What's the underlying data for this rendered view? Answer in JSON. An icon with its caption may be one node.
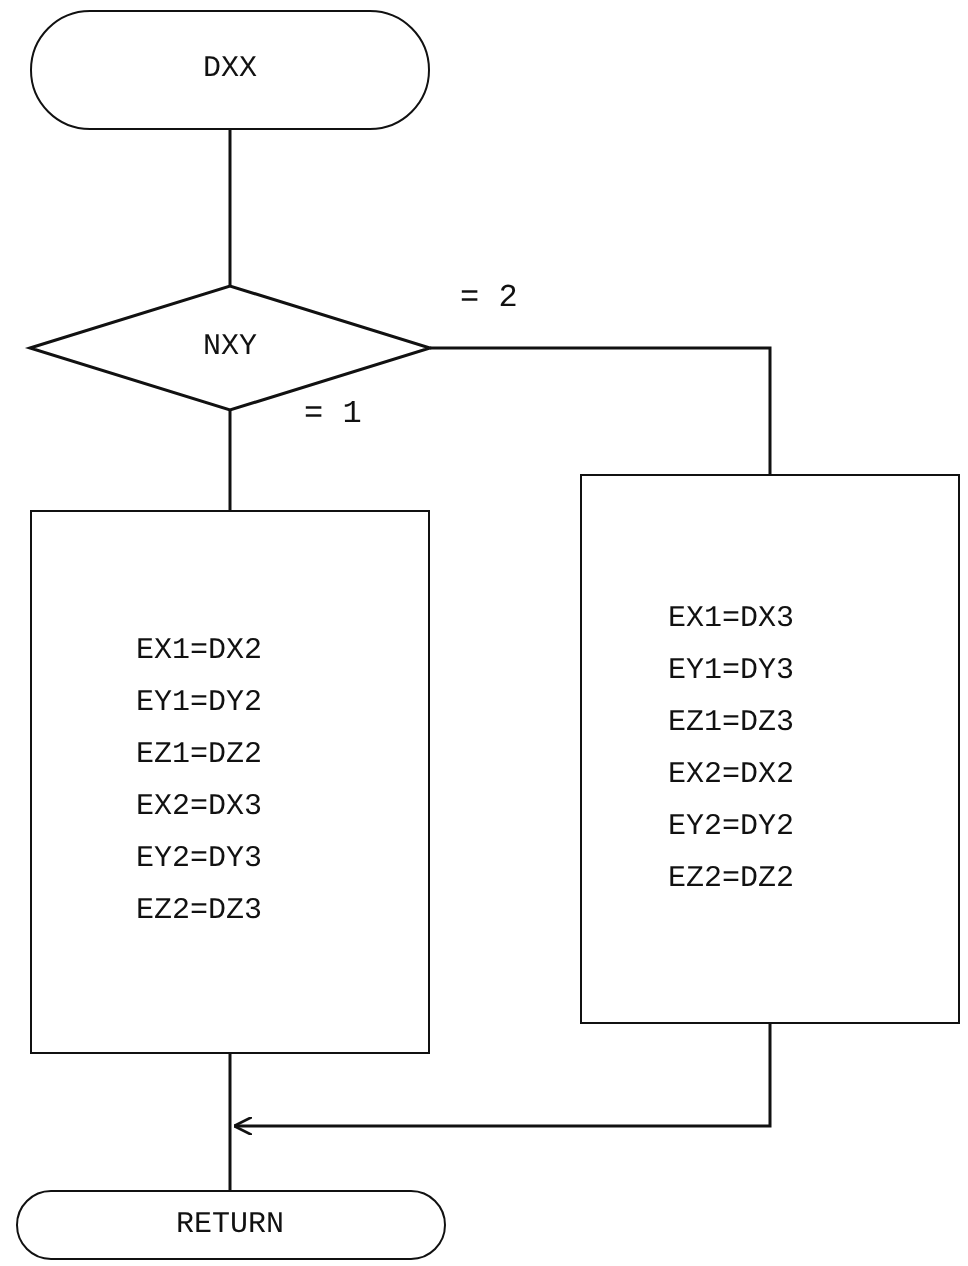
{
  "diagram": {
    "nodes": [
      {
        "text": [
          "DXX"
        ]
      },
      {
        "text": [
          "NXY"
        ]
      },
      {
        "text": [
          "EX1=DX2",
          "EY1=DY2",
          "EZ1=DZ2",
          "EX2=DX3",
          "EY2=DY3",
          "EZ2=DZ3"
        ]
      },
      {
        "text": [
          "EX1=DX3",
          "EY1=DY3",
          "EZ1=DZ3",
          "EX2=DX2",
          "EY2=DY2",
          "EZ2=DZ2"
        ]
      },
      {
        "text": [
          "RETURN"
        ]
      }
    ],
    "edges": [
      {
        "from": 0,
        "to": 1,
        "arrow": "none"
      },
      {
        "from": 1,
        "to": 2,
        "arrow": "none",
        "label": "= 1"
      },
      {
        "from": 1,
        "to": 3,
        "arrow": "none",
        "label": "= 2"
      },
      {
        "from": 2,
        "to": 4,
        "arrow": "none"
      },
      {
        "from": 3,
        "to": 4,
        "arrow": "to"
      }
    ]
  }
}
